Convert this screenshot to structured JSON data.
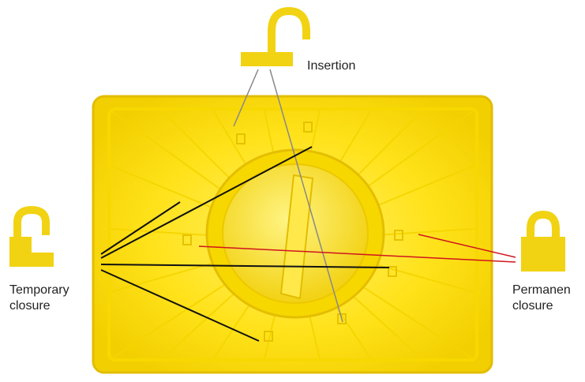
{
  "labels": {
    "insertion": "Insertion",
    "temporary_closure": "Temporary\nclosure",
    "permanent_closure": "Permanen\nclosure"
  },
  "colors": {
    "container": "#ffe21a",
    "container_dark": "#e8c400",
    "container_light": "#fff27a",
    "lock_icon": "#f1d313",
    "line_insertion": "#888888",
    "line_temporary": "#111111",
    "line_permanent": "#d0141e"
  },
  "icons": {
    "insertion": "open-padlock-icon",
    "temporary": "open-padlock-icon",
    "permanent": "closed-padlock-icon"
  }
}
